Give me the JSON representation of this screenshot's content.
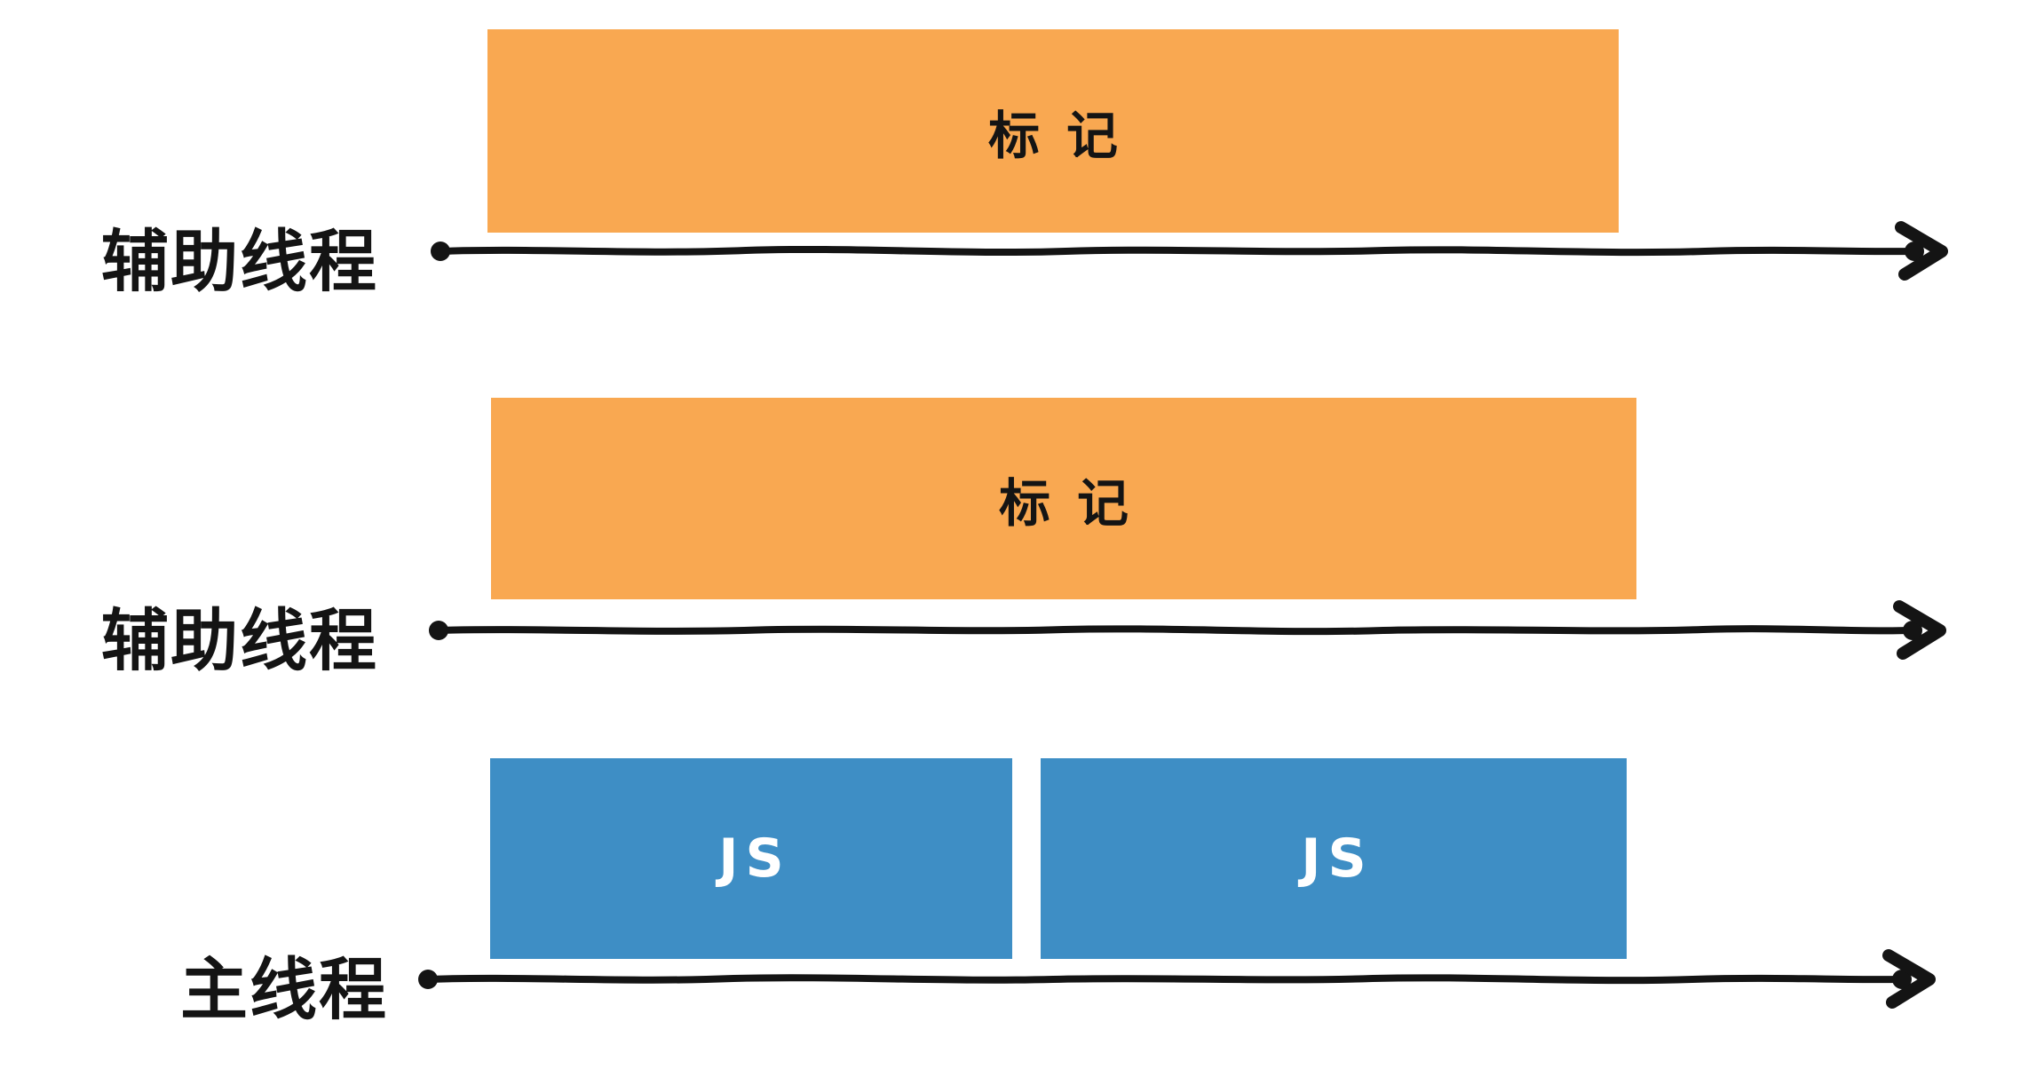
{
  "diagram": {
    "description": "concurrent-marking-timeline-diagram",
    "rows": [
      {
        "label": "辅助线程",
        "bars": [
          {
            "text": "标记",
            "kind": "mark"
          }
        ]
      },
      {
        "label": "辅助线程",
        "bars": [
          {
            "text": "标记",
            "kind": "mark"
          }
        ]
      },
      {
        "label": "主线程",
        "bars": [
          {
            "text": "JS",
            "kind": "js"
          },
          {
            "text": "JS",
            "kind": "js"
          }
        ]
      }
    ]
  },
  "colors": {
    "orange": "#F9A851",
    "blue": "#3E8EC5",
    "line": "#141414",
    "bar_text": "#141414",
    "js_text": "#ffffff",
    "background": "#ffffff"
  }
}
